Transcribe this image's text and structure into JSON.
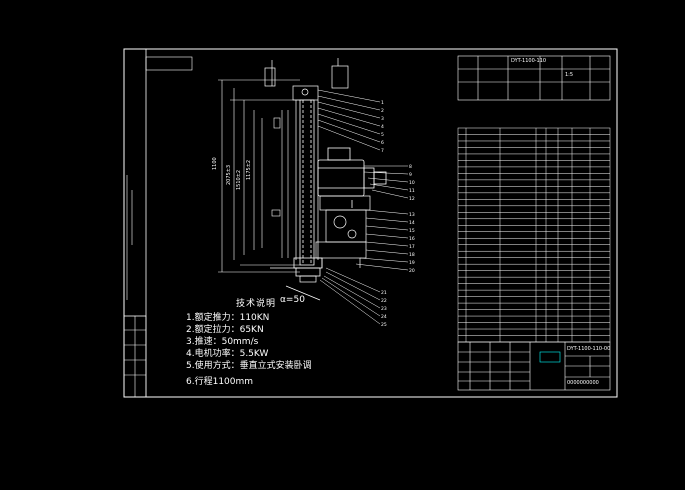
{
  "drawing": {
    "notes_title": "技术说明",
    "notes": [
      "1.额定推力：110KN",
      "2.额定拉力：65KN",
      "3.推速：50mm/s",
      "4.电机功率：5.5KW",
      "5.使用方式：垂直立式安装卧调",
      "6.行程1100mm"
    ],
    "angle_label": "α=50",
    "title_block": {
      "drawing_no": "DYT-1100-110",
      "scale": "1:5",
      "drawing_no_2": "DYT-1100-110-00",
      "part_code": "0000000000"
    }
  },
  "colors": {
    "background": "#000000",
    "lines": "#ffffff",
    "accent": "#00ffff"
  }
}
